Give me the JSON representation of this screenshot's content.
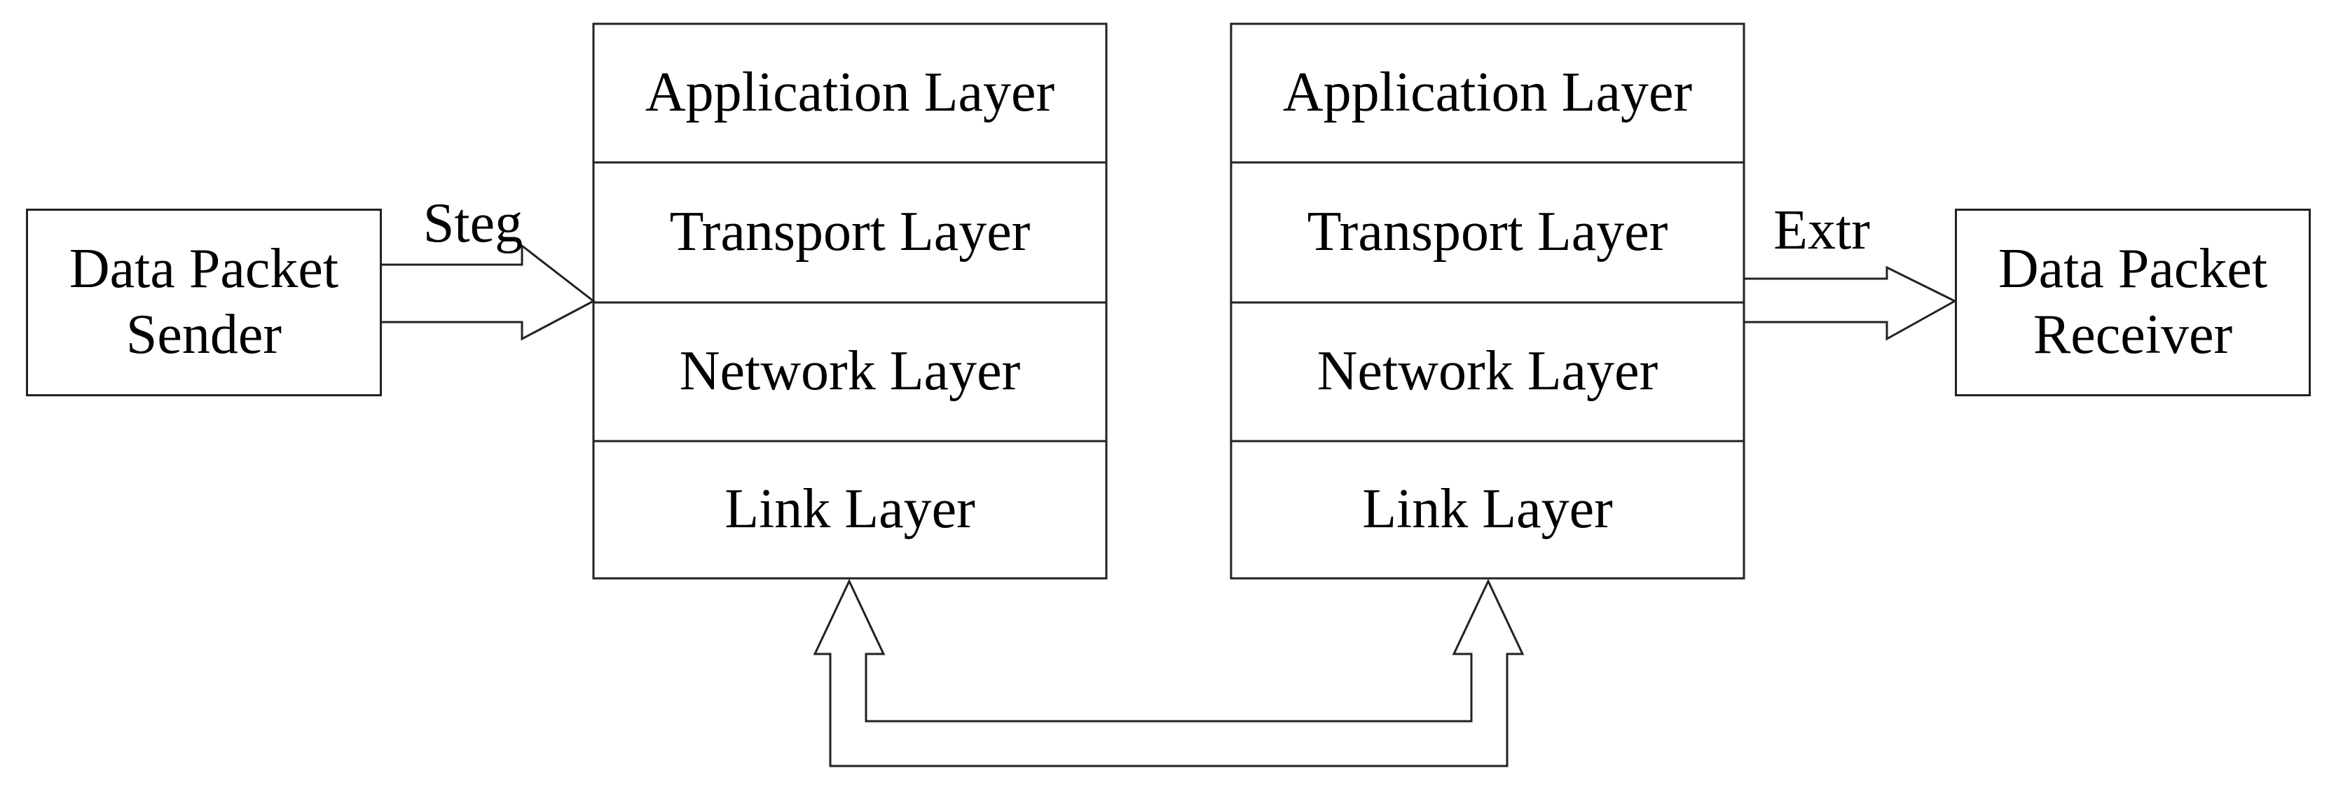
{
  "sender": {
    "line1": "Data Packet",
    "line2": "Sender"
  },
  "receiver": {
    "line1": "Data Packet",
    "line2": "Receiver"
  },
  "steg_label": "Steg",
  "extr_label": "Extr",
  "left_stack": {
    "layers": [
      "Application Layer",
      "Transport Layer",
      "Network Layer",
      "Link Layer"
    ]
  },
  "right_stack": {
    "layers": [
      "Application Layer",
      "Transport Layer",
      "Network Layer",
      "Link Layer"
    ]
  },
  "colors": {
    "stroke": "#222222",
    "text": "#000000",
    "background": "#ffffff"
  }
}
